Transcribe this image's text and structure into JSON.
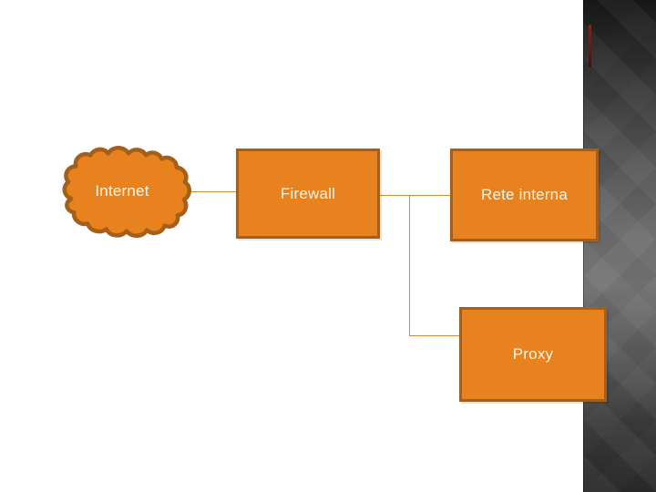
{
  "slide": {
    "kind": "presentation-slide",
    "background_color": "#ffffff",
    "ribbon": {
      "side": "right",
      "pattern": "argyle-diamonds",
      "top_color": "#171717",
      "middle_color": "#757575",
      "bottom_color": "#2b2b2b",
      "accent_tick_color": "#7a2620"
    }
  },
  "diagram": {
    "type": "network-topology",
    "colors": {
      "shape_fill": "#E8821E",
      "shape_border": "#A4601A",
      "connector": "#D28A3E",
      "label_text": "#FCF5E4"
    },
    "nodes": [
      {
        "id": "internet",
        "label": "Internet",
        "shape": "cloud"
      },
      {
        "id": "firewall",
        "label": "Firewall",
        "shape": "rectangle"
      },
      {
        "id": "rete_interna",
        "label": "Rete interna",
        "shape": "rectangle"
      },
      {
        "id": "proxy",
        "label": "Proxy",
        "shape": "rectangle"
      }
    ],
    "connections": [
      {
        "from": "internet",
        "to": "firewall"
      },
      {
        "from": "firewall",
        "to": "rete_interna"
      },
      {
        "from": "firewall_rete_link",
        "to": "proxy",
        "style": "elbow"
      }
    ]
  }
}
